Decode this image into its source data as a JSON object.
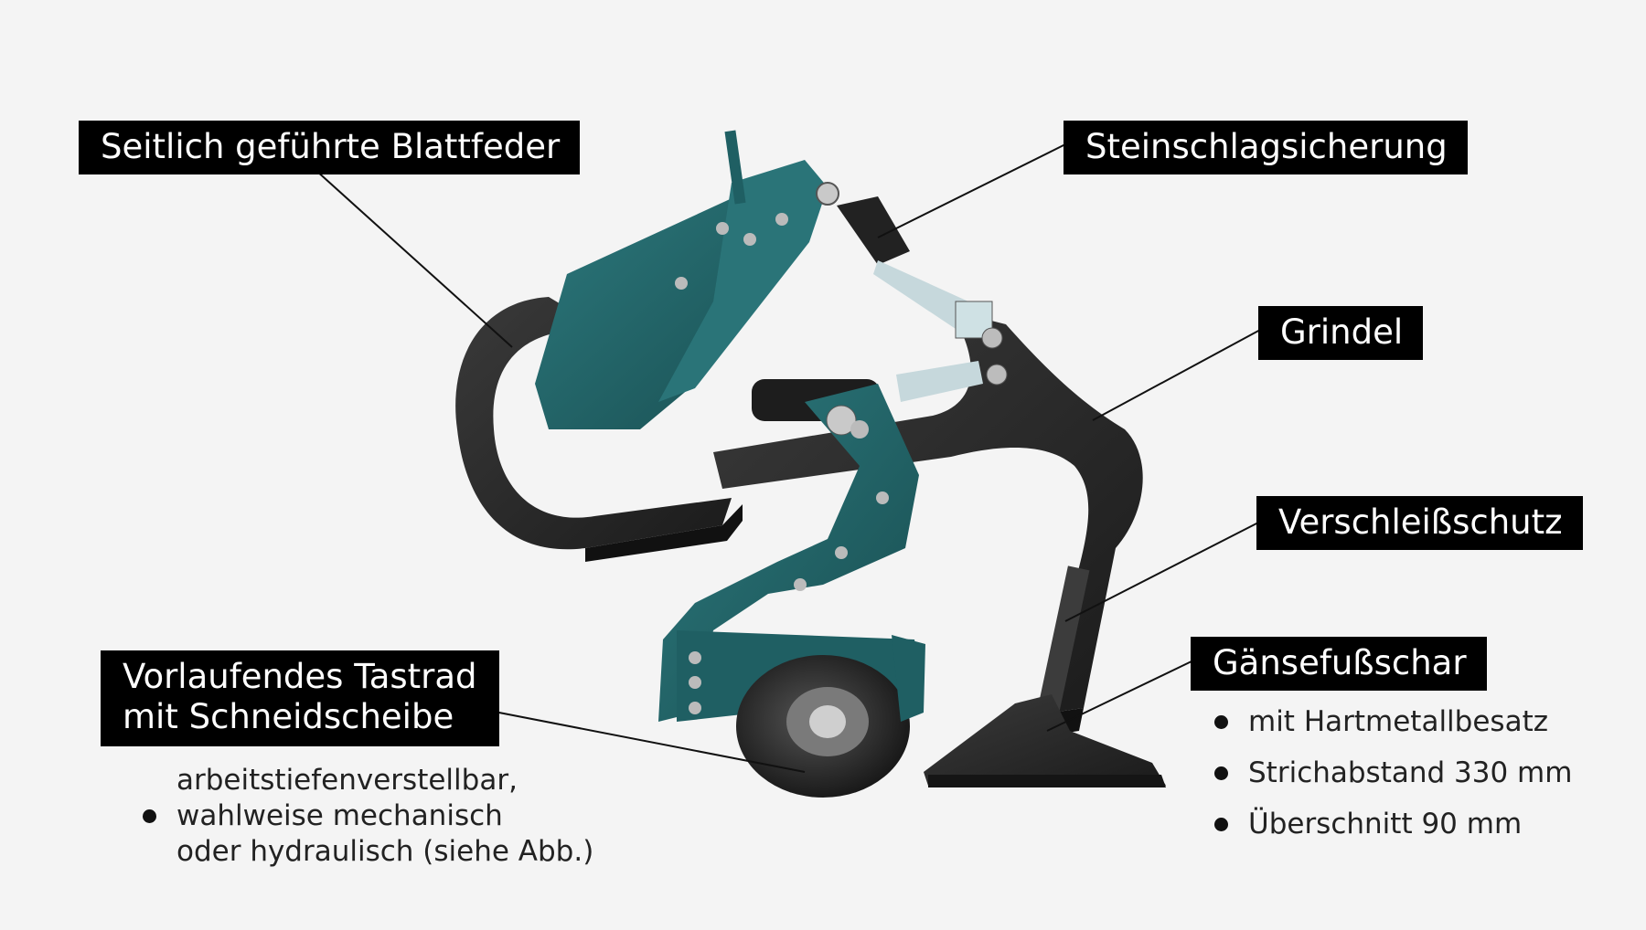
{
  "labels": {
    "blattfeder": "Seitlich geführte Blattfeder",
    "steinschlag": "Steinschlagsicherung",
    "grindel": "Grindel",
    "verschleiss": "Verschleißschutz",
    "gaensefuss": "Gänsefußschar",
    "tastrad_line1": "Vorlaufendes Tastrad",
    "tastrad_line2": "mit Schneidscheibe"
  },
  "gaensefuss_features": [
    "mit Hartmetallbesatz",
    "Strichabstand 330 mm",
    "Überschnitt 90 mm"
  ],
  "tastrad_note": {
    "line1": "arbeitstiefenverstellbar,",
    "line2": "wahlweise mechanisch",
    "line3": "oder hydraulisch (siehe Abb.)"
  },
  "colors": {
    "teal": "#1f5f63",
    "teal_light": "#2a7478",
    "dark": "#2b2b2b",
    "label_bg": "#000000",
    "background": "#f4f4f4"
  }
}
